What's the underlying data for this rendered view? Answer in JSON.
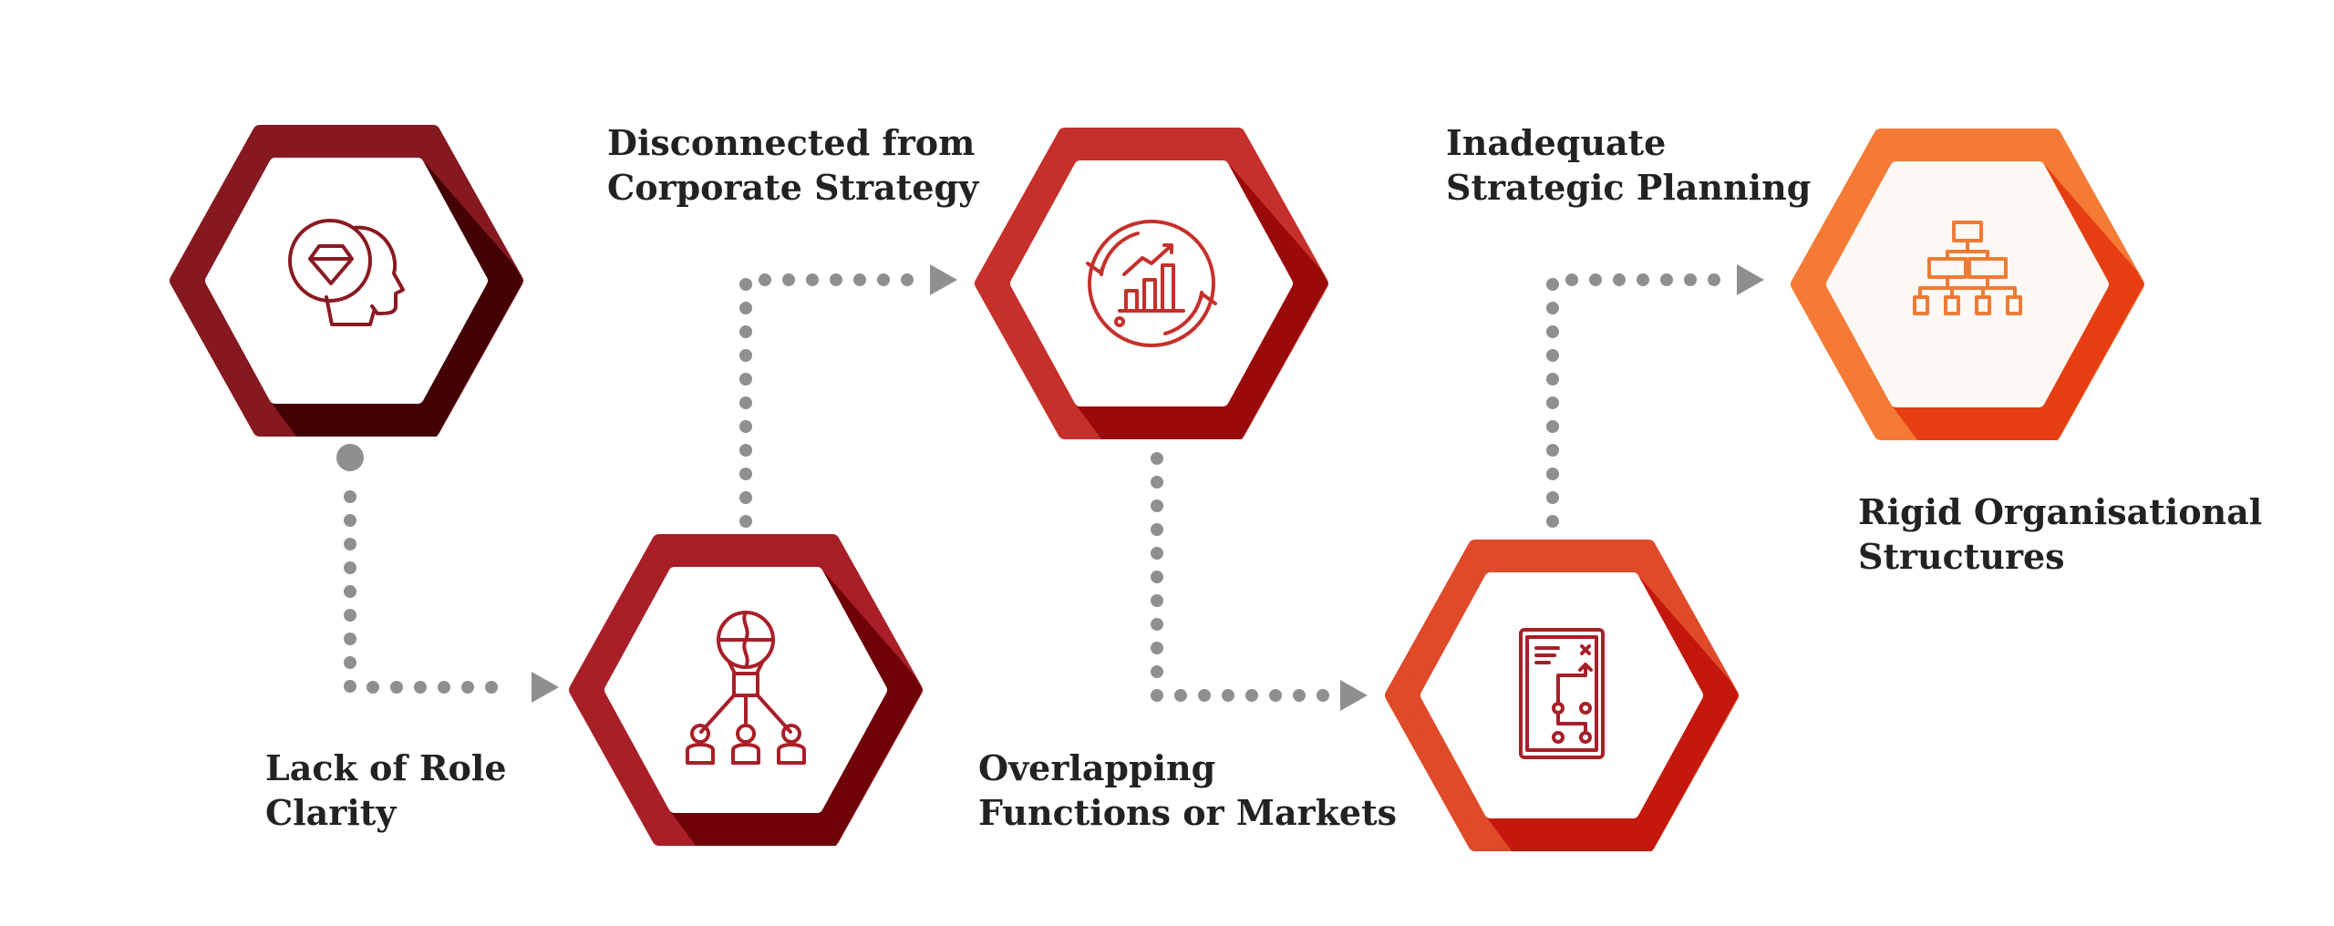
{
  "steps": [
    {
      "id": "lack-of-role-clarity",
      "label_line1": "Lack of Role",
      "label_line2": "Clarity",
      "icon": "head-diamond-icon",
      "color": "#861820",
      "shade": "#430005",
      "icon_color": "#8a1a22",
      "inner": "#ffffff"
    },
    {
      "id": "disconnected-from-corporate-strategy",
      "label_line1": "Disconnected from",
      "label_line2": "Corporate Strategy",
      "icon": "lightbulb-team-icon",
      "color": "#a81f28",
      "shade": "#6e0207",
      "icon_color": "#a81f28",
      "inner": "#ffffff"
    },
    {
      "id": "overlapping-functions",
      "label_line1": "Overlapping",
      "label_line2": "Functions or Markets",
      "icon": "growth-chart-cycle-icon",
      "color": "#c6302a",
      "shade": "#9a0a0a",
      "icon_color": "#c6302a",
      "inner": "#ffffff"
    },
    {
      "id": "inadequate-strategic-planning",
      "label_line1": "Inadequate",
      "label_line2": "Strategic Planning",
      "icon": "strategy-plan-icon",
      "color": "#df4a28",
      "shade": "#c4170d",
      "icon_color": "#a81f28",
      "inner": "#ffffff"
    },
    {
      "id": "rigid-organisational-structures",
      "label_line1": "Rigid Organisational",
      "label_line2": "Structures",
      "icon": "org-chart-icon",
      "color": "#f47a35",
      "shade": "#e63e12",
      "icon_color": "#f07a36",
      "inner": "#fdf8f3"
    }
  ],
  "connector_color": "#8f8f8f"
}
